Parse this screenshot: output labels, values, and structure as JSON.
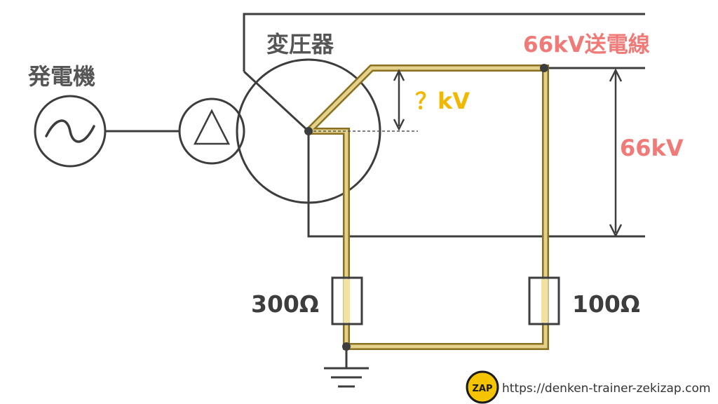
{
  "labels": {
    "generator": "発電機",
    "transformer": "変圧器",
    "line": "66kV送電線",
    "unknown_voltage": "？kV",
    "line_voltage": "66kV",
    "r_left": "300Ω",
    "r_right": "100Ω"
  },
  "footer": {
    "url": "https://denken-trainer-zekizap.com",
    "logo_text": "ZAP"
  },
  "colors": {
    "line": "#3d3d3d",
    "path_fill": "#f2e2a0",
    "path_stroke": "#8a7020",
    "red_text": "#f07a78",
    "gold_text": "#f1b800",
    "gray_text": "#555555"
  }
}
